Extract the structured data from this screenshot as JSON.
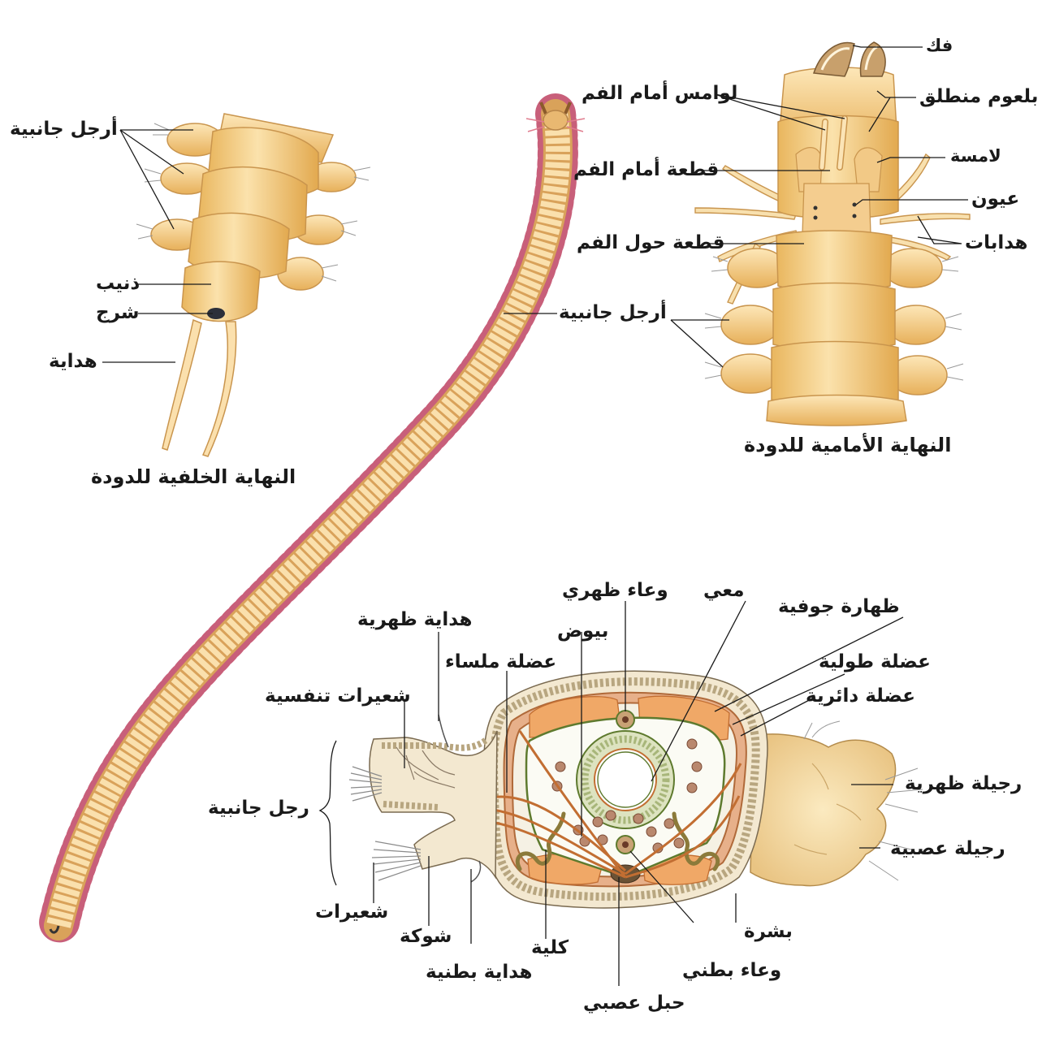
{
  "rear_end": {
    "caption": "النهاية الخلفية للدودة",
    "parapodia": "أرجل جانبية",
    "pygidium": "ذنيب",
    "anus": "شرج",
    "cirrus": "هداية"
  },
  "front_end": {
    "caption": "النهاية الأمامية للدودة",
    "jaw": "فك",
    "everted_pharynx": "بلعوم منطلق",
    "prostomial_tentacles": "لوامس أمام الفم",
    "palp": "لامسة",
    "prostomium": "قطعة أمام الفم",
    "eyes": "عيون",
    "peristomium": "قطعة حول الفم",
    "cirri": "هدابات",
    "parapodia": "أرجل جانبية"
  },
  "whole_worm": {
    "parapodia": "أرجل جانبية"
  },
  "cross_section": {
    "intestine": "معي",
    "dorsal_vessel": "وعاء ظهري",
    "coelomic_epithelium": "ظهارة جوفية",
    "dorsal_cirrus": "هداية ظهرية",
    "eggs": "بيوض",
    "smooth_muscle": "عضلة ملساء",
    "longitudinal_muscle": "عضلة طولية",
    "circular_muscle": "عضلة دائرية",
    "gills": "شعيرات تنفسية",
    "parapodium": "رجل جانبية",
    "notopodium": "رجيلة ظهرية",
    "neuropodium": "رجيلة عصبية",
    "setae": "شعيرات",
    "aciculum": "شوكة",
    "nephridium": "كلية",
    "ventral_cirrus": "هداية بطنية",
    "nerve_cord": "حبل عصبي",
    "ventral_vessel": "وعاء بطني",
    "epidermis": "بشرة"
  }
}
